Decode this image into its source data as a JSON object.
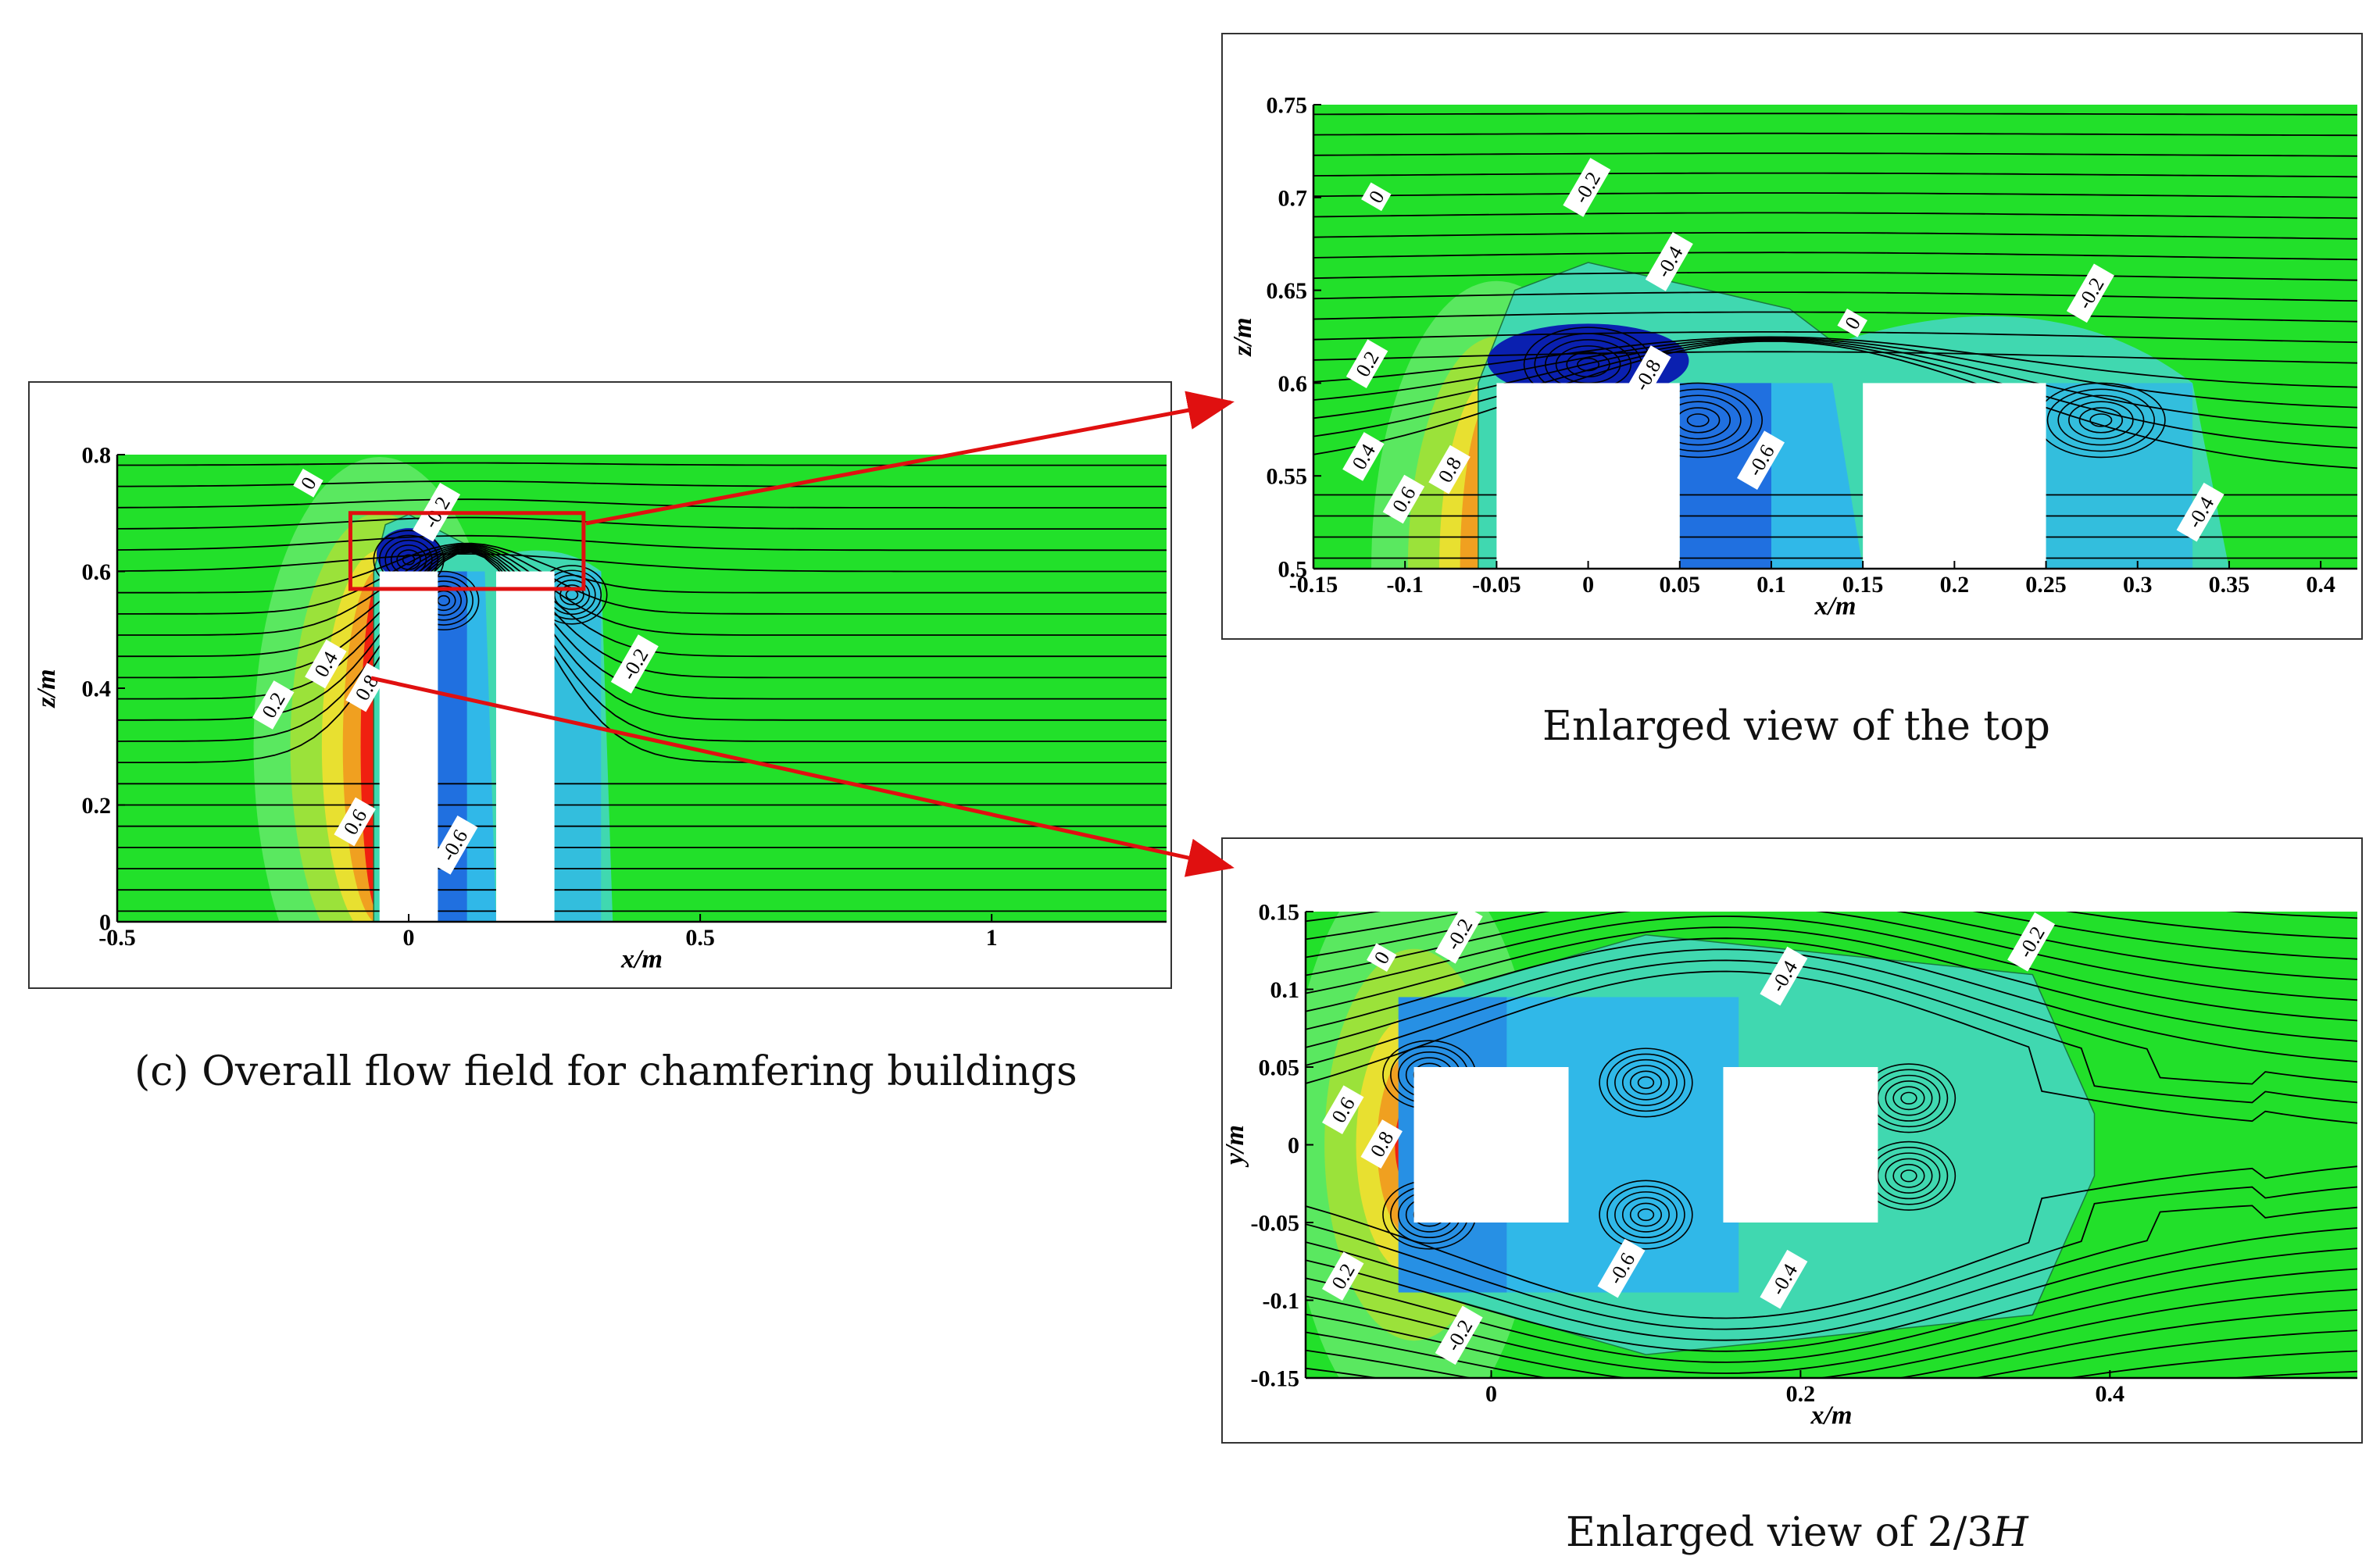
{
  "captions": {
    "overall": "(c) Overall flow field for chamfering buildings",
    "top": "Enlarged view of the top",
    "mid_prefix": "Enlarged view of 2/3",
    "mid_suffix": "H"
  },
  "chart_data": [
    {
      "id": "overall",
      "type": "contour",
      "xlabel": "x/m",
      "ylabel": "z/m",
      "xlim": [
        -0.5,
        1.3
      ],
      "ylim": [
        0,
        0.8
      ],
      "xticks": [
        {
          "v": -0.5,
          "t": "-0.5"
        },
        {
          "v": 0,
          "t": "0"
        },
        {
          "v": 0.5,
          "t": "0.5"
        },
        {
          "v": 1,
          "t": "1"
        }
      ],
      "yticks": [
        {
          "v": 0,
          "t": "0"
        },
        {
          "v": 0.2,
          "t": "0.2"
        },
        {
          "v": 0.4,
          "t": "0.4"
        },
        {
          "v": 0.6,
          "t": "0.6"
        },
        {
          "v": 0.8,
          "t": "0.8"
        }
      ],
      "contour_labels": [
        {
          "x": -0.17,
          "y": 0.75,
          "t": "0"
        },
        {
          "x": 0.05,
          "y": 0.7,
          "t": "-0.2"
        },
        {
          "x": -0.23,
          "y": 0.37,
          "t": "0.2"
        },
        {
          "x": -0.14,
          "y": 0.44,
          "t": "0.4"
        },
        {
          "x": -0.07,
          "y": 0.4,
          "t": "0.8"
        },
        {
          "x": -0.09,
          "y": 0.17,
          "t": "0.6"
        },
        {
          "x": 0.08,
          "y": 0.13,
          "t": "-0.6"
        },
        {
          "x": 0.39,
          "y": 0.44,
          "t": "-0.2"
        }
      ],
      "buildings": [
        [
          -0.05,
          0.05,
          0,
          0.6
        ],
        [
          0.15,
          0.25,
          0,
          0.6
        ]
      ],
      "highlight_box": [
        -0.1,
        0.3,
        0.57,
        0.7
      ]
    },
    {
      "id": "top",
      "type": "contour",
      "xlabel": "x/m",
      "ylabel": "z/m",
      "xlim": [
        -0.15,
        0.42
      ],
      "ylim": [
        0.5,
        0.75
      ],
      "xticks": [
        {
          "v": -0.15,
          "t": "-0.15"
        },
        {
          "v": -0.1,
          "t": "-0.1"
        },
        {
          "v": -0.05,
          "t": "-0.05"
        },
        {
          "v": 0,
          "t": "0"
        },
        {
          "v": 0.05,
          "t": "0.05"
        },
        {
          "v": 0.1,
          "t": "0.1"
        },
        {
          "v": 0.15,
          "t": "0.15"
        },
        {
          "v": 0.2,
          "t": "0.2"
        },
        {
          "v": 0.25,
          "t": "0.25"
        },
        {
          "v": 0.3,
          "t": "0.3"
        },
        {
          "v": 0.35,
          "t": "0.35"
        },
        {
          "v": 0.4,
          "t": "0.4"
        }
      ],
      "yticks": [
        {
          "v": 0.5,
          "t": "0.5"
        },
        {
          "v": 0.55,
          "t": "0.55"
        },
        {
          "v": 0.6,
          "t": "0.6"
        },
        {
          "v": 0.65,
          "t": "0.65"
        },
        {
          "v": 0.7,
          "t": "0.7"
        },
        {
          "v": 0.75,
          "t": "0.75"
        }
      ],
      "contour_labels": [
        {
          "x": -0.115,
          "y": 0.7,
          "t": "0"
        },
        {
          "x": 0.0,
          "y": 0.705,
          "t": "-0.2"
        },
        {
          "x": 0.045,
          "y": 0.665,
          "t": "-0.4"
        },
        {
          "x": -0.12,
          "y": 0.61,
          "t": "0.2"
        },
        {
          "x": 0.145,
          "y": 0.632,
          "t": "0"
        },
        {
          "x": 0.275,
          "y": 0.648,
          "t": "-0.2"
        },
        {
          "x": -0.122,
          "y": 0.56,
          "t": "0.4"
        },
        {
          "x": -0.1,
          "y": 0.537,
          "t": "0.6"
        },
        {
          "x": -0.075,
          "y": 0.553,
          "t": "0.8"
        },
        {
          "x": 0.033,
          "y": 0.604,
          "t": "-0.8"
        },
        {
          "x": 0.095,
          "y": 0.558,
          "t": "-0.6"
        },
        {
          "x": 0.335,
          "y": 0.53,
          "t": "-0.4"
        }
      ],
      "buildings": [
        [
          -0.05,
          0.05,
          0.5,
          0.6
        ],
        [
          0.15,
          0.25,
          0.5,
          0.6
        ]
      ]
    },
    {
      "id": "mid",
      "type": "contour",
      "xlabel": "x/m",
      "ylabel": "y/m",
      "xlim": [
        -0.12,
        0.56
      ],
      "ylim": [
        -0.15,
        0.15
      ],
      "xticks": [
        {
          "v": 0,
          "t": "0"
        },
        {
          "v": 0.2,
          "t": "0.2"
        },
        {
          "v": 0.4,
          "t": "0.4"
        }
      ],
      "yticks": [
        {
          "v": -0.15,
          "t": "-0.15"
        },
        {
          "v": -0.1,
          "t": "-0.1"
        },
        {
          "v": -0.05,
          "t": "-0.05"
        },
        {
          "v": 0,
          "t": "0"
        },
        {
          "v": 0.05,
          "t": "0.05"
        },
        {
          "v": 0.1,
          "t": "0.1"
        },
        {
          "v": 0.15,
          "t": "0.15"
        }
      ],
      "contour_labels": [
        {
          "x": -0.07,
          "y": 0.12,
          "t": "0"
        },
        {
          "x": -0.02,
          "y": 0.135,
          "t": "-0.2"
        },
        {
          "x": 0.19,
          "y": 0.108,
          "t": "-0.4"
        },
        {
          "x": 0.35,
          "y": 0.13,
          "t": "-0.2"
        },
        {
          "x": -0.095,
          "y": 0.022,
          "t": "0.6"
        },
        {
          "x": -0.07,
          "y": 0.0,
          "t": "0.8"
        },
        {
          "x": -0.095,
          "y": -0.085,
          "t": "0.2"
        },
        {
          "x": 0.085,
          "y": -0.08,
          "t": "-0.6"
        },
        {
          "x": 0.19,
          "y": -0.087,
          "t": "-0.4"
        },
        {
          "x": -0.02,
          "y": -0.123,
          "t": "-0.2"
        }
      ],
      "buildings": [
        [
          -0.05,
          0.05,
          -0.05,
          0.05
        ],
        [
          0.15,
          0.25,
          -0.05,
          0.05
        ]
      ]
    }
  ],
  "colors": {
    "green": "#22e02a",
    "light_green": "#5ae860",
    "yellow_green": "#9be23a",
    "yellow": "#e8e030",
    "orange": "#f0a020",
    "red": "#f02010",
    "cyan": "#40d8b0",
    "light_blue": "#30b8e8",
    "blue": "#2070e0",
    "dark_blue": "#0a20b0",
    "arrow": "#e01010"
  }
}
